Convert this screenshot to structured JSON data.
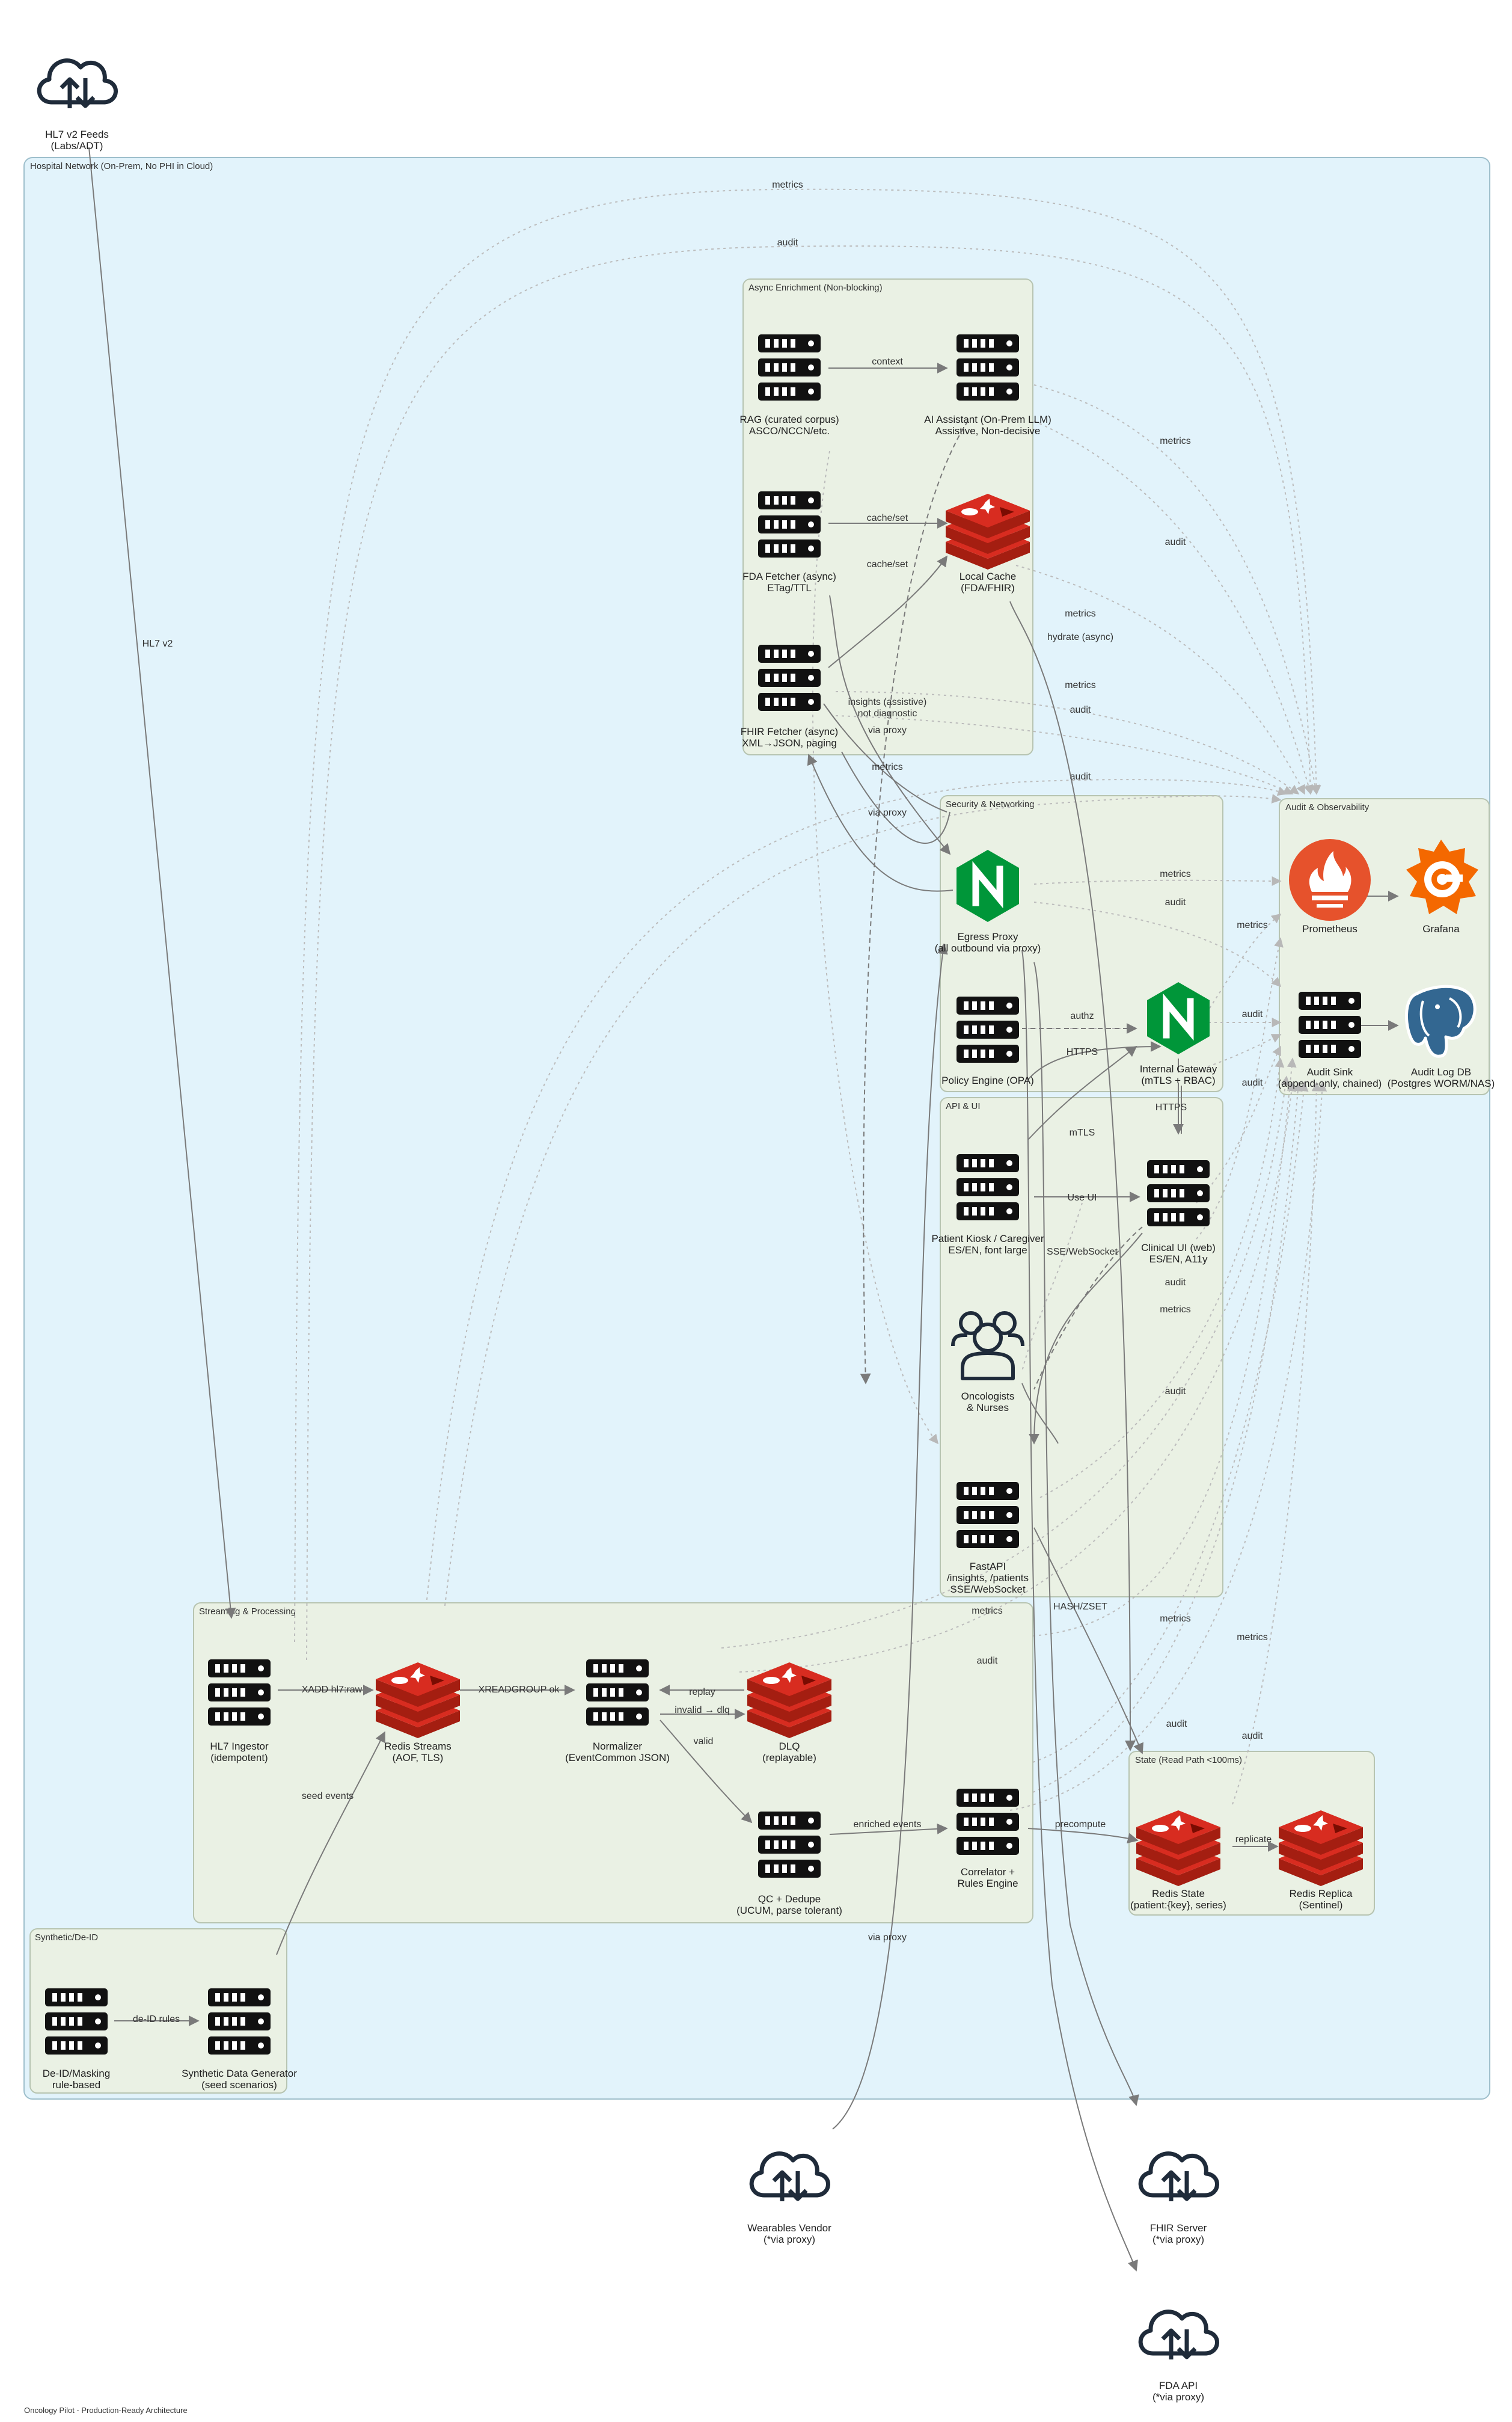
{
  "footer": "Oncology Pilot - Production-Ready Architecture",
  "colors": {
    "hospital_bg": "#e2f3fb",
    "hospital_border": "#9ebfcc",
    "cluster_bg": "#eaf1e4",
    "cluster_border": "#b7c4b1",
    "redis_red": "#d82c20",
    "redis_dark": "#a41e11",
    "nginx_green": "#009639",
    "prometheus_orange": "#e6522c",
    "grafana_orange": "#f46800",
    "postgres_blue": "#336791",
    "icon_dark": "#111111",
    "edge_solid": "#7a7a7a",
    "edge_dotted": "#bbbbbb"
  },
  "clusters": {
    "hospital": "Hospital Network (On-Prem, No PHI in Cloud)",
    "async": "Async Enrichment (Non-blocking)",
    "security": "Security & Networking",
    "audit_obs": "Audit & Observability",
    "api_ui": "API & UI",
    "streaming": "Streaming & Processing",
    "synthetic": "Synthetic/De-ID",
    "state": "State (Read Path <100ms)"
  },
  "nodes": {
    "hl7_feeds": {
      "icon": "cloud-icon",
      "lines": [
        "HL7 v2 Feeds",
        "(Labs/ADT)"
      ]
    },
    "rag": {
      "icon": "server-icon",
      "lines": [
        "RAG (curated corpus)",
        "ASCO/NCCN/etc."
      ]
    },
    "ai_assistant": {
      "icon": "server-icon",
      "lines": [
        "AI Assistant (On-Prem LLM)",
        "Assistive, Non-decisive"
      ]
    },
    "fda_fetcher": {
      "icon": "server-icon",
      "lines": [
        "FDA Fetcher (async)",
        "ETag/TTL"
      ]
    },
    "local_cache": {
      "icon": "redis-icon",
      "lines": [
        "Local Cache",
        "(FDA/FHIR)"
      ]
    },
    "fhir_fetcher": {
      "icon": "server-icon",
      "lines": [
        "FHIR Fetcher (async)",
        "XML→JSON, paging"
      ]
    },
    "egress_proxy": {
      "icon": "nginx-icon",
      "lines": [
        "Egress Proxy",
        "(all outbound via proxy)"
      ]
    },
    "policy_engine": {
      "icon": "server-icon",
      "lines": [
        "Policy Engine (OPA)"
      ]
    },
    "internal_gateway": {
      "icon": "nginx-icon",
      "lines": [
        "Internal Gateway",
        "(mTLS + RBAC)"
      ]
    },
    "prometheus": {
      "icon": "prometheus-icon",
      "lines": [
        "Prometheus"
      ]
    },
    "grafana": {
      "icon": "grafana-icon",
      "lines": [
        "Grafana"
      ]
    },
    "audit_sink": {
      "icon": "server-icon",
      "lines": [
        "Audit Sink",
        "(append-only, chained)"
      ]
    },
    "audit_db": {
      "icon": "postgres-icon",
      "lines": [
        "Audit Log DB",
        "(Postgres WORM/NAS)"
      ]
    },
    "kiosk": {
      "icon": "server-icon",
      "lines": [
        "Patient Kiosk / Caregiver",
        "ES/EN, font large"
      ]
    },
    "clinical_ui": {
      "icon": "server-icon",
      "lines": [
        "Clinical UI (web)",
        "ES/EN, A11y"
      ]
    },
    "oncologists": {
      "icon": "users-icon",
      "lines": [
        "Oncologists",
        "& Nurses"
      ]
    },
    "fastapi": {
      "icon": "server-icon",
      "lines": [
        "FastAPI",
        "/insights, /patients",
        "SSE/WebSocket"
      ]
    },
    "hl7_ingestor": {
      "icon": "server-icon",
      "lines": [
        "HL7 Ingestor",
        "(idempotent)"
      ]
    },
    "redis_streams": {
      "icon": "redis-icon",
      "lines": [
        "Redis Streams",
        "(AOF, TLS)"
      ]
    },
    "normalizer": {
      "icon": "server-icon",
      "lines": [
        "Normalizer",
        "(EventCommon JSON)"
      ]
    },
    "dlq": {
      "icon": "redis-icon",
      "lines": [
        "DLQ",
        "(replayable)"
      ]
    },
    "qc_dedupe": {
      "icon": "server-icon",
      "lines": [
        "QC + Dedupe",
        "(UCUM, parse tolerant)"
      ]
    },
    "correlator": {
      "icon": "server-icon",
      "lines": [
        "Correlator +",
        "Rules Engine"
      ]
    },
    "redis_state": {
      "icon": "redis-icon",
      "lines": [
        "Redis State",
        "(patient:{key}, series)"
      ]
    },
    "redis_replica": {
      "icon": "redis-icon",
      "lines": [
        "Redis Replica",
        "(Sentinel)"
      ]
    },
    "deid": {
      "icon": "server-icon",
      "lines": [
        "De-ID/Masking",
        "rule-based"
      ]
    },
    "synth_gen": {
      "icon": "server-icon",
      "lines": [
        "Synthetic Data Generator",
        "(seed scenarios)"
      ]
    },
    "wearables": {
      "icon": "cloud-icon",
      "lines": [
        "Wearables Vendor",
        "(*via proxy)"
      ]
    },
    "fhir_server": {
      "icon": "cloud-icon",
      "lines": [
        "FHIR Server",
        "(*via proxy)"
      ]
    },
    "fda_api": {
      "icon": "cloud-icon",
      "lines": [
        "FDA API",
        "(*via proxy)"
      ]
    }
  },
  "edge_labels": {
    "hl7v2": "HL7 v2",
    "metrics_top": "metrics",
    "audit_top": "audit",
    "context": "context",
    "cache_set_fda": "cache/set",
    "cache_set_fhir": "cache/set",
    "metrics_ai": "metrics",
    "audit_ai": "audit",
    "hydrate": "hydrate (async)",
    "metrics_cache": "metrics",
    "metrics_fhir": "metrics",
    "audit_fhir": "audit",
    "insights": "insights (assistive)",
    "not_diagnostic": "not diagnostic",
    "via_proxy_ai": "via proxy",
    "metrics_mid": "metrics",
    "audit_mid": "audit",
    "via_proxy_fhir": "via proxy",
    "metrics_egress": "metrics",
    "audit_egress": "audit",
    "metrics_obs": "metrics",
    "authz": "authz",
    "audit_gw": "audit",
    "https_kiosk": "HTTPS",
    "https_gw": "HTTPS",
    "audit_ui_side": "audit",
    "mtls": "mTLS",
    "use_ui": "Use UI",
    "sse_ws": "SSE/WebSocket",
    "audit_ui": "audit",
    "metrics_ui": "metrics",
    "audit_api": "audit",
    "hash_zset": "HASH/ZSET",
    "metrics_stream": "metrics",
    "metrics_right": "metrics",
    "audit_stream": "audit",
    "metrics_right2": "metrics",
    "xadd": "XADD hl7:raw",
    "xreadgroup": "XREADGROUP ok",
    "replay": "replay",
    "invalid_dlq": "invalid → dlq",
    "valid": "valid",
    "audit_state1": "audit",
    "audit_state2": "audit",
    "seed_events": "seed events",
    "enriched_events": "enriched events",
    "precompute": "precompute",
    "replicate": "replicate",
    "deid_rules": "de-ID rules",
    "via_proxy_bottom": "via proxy"
  }
}
